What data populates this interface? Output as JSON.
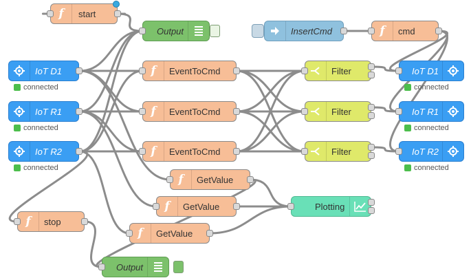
{
  "nodes": {
    "start": {
      "label": "start",
      "icon": "function-icon"
    },
    "output_top": {
      "label": "Output",
      "icon": "debug-list-icon"
    },
    "iot_d1_in": {
      "label": "IoT D1",
      "icon": "iot-chip-icon",
      "status": "connected"
    },
    "iot_r1_in": {
      "label": "IoT R1",
      "icon": "iot-chip-icon",
      "status": "connected"
    },
    "iot_r2_in": {
      "label": "IoT R2",
      "icon": "iot-chip-icon",
      "status": "connected"
    },
    "event1": {
      "label": "EventToCmd",
      "icon": "function-icon"
    },
    "event2": {
      "label": "EventToCmd",
      "icon": "function-icon"
    },
    "event3": {
      "label": "EventToCmd",
      "icon": "function-icon"
    },
    "insert_cmd": {
      "label": "InsertCmd",
      "icon": "inject-arrow-icon"
    },
    "cmd": {
      "label": "cmd",
      "icon": "function-icon"
    },
    "filter1": {
      "label": "Filter",
      "icon": "switch-icon"
    },
    "filter2": {
      "label": "Filter",
      "icon": "switch-icon"
    },
    "filter3": {
      "label": "Filter",
      "icon": "switch-icon"
    },
    "iot_d1_out": {
      "label": "IoT D1",
      "icon": "iot-chip-icon",
      "status": "connected"
    },
    "iot_r1_out": {
      "label": "IoT R1",
      "icon": "iot-chip-icon",
      "status": "connected"
    },
    "iot_r2_out": {
      "label": "IoT R2",
      "icon": "iot-chip-icon",
      "status": "connected"
    },
    "getvalue1": {
      "label": "GetValue",
      "icon": "function-icon"
    },
    "getvalue2": {
      "label": "GetValue",
      "icon": "function-icon"
    },
    "getvalue3": {
      "label": "GetValue",
      "icon": "function-icon"
    },
    "plotting": {
      "label": "Plotting",
      "icon": "chart-line-icon"
    },
    "stop": {
      "label": "stop",
      "icon": "function-icon"
    },
    "output_bottom": {
      "label": "Output",
      "icon": "debug-list-icon"
    }
  },
  "colors": {
    "function": "#f7be97",
    "switch": "#dfe96a",
    "iot": "#3a9ef3",
    "debug": "#7cc16b",
    "inject": "#8fc1de",
    "chart": "#69e0b7",
    "wire": "#8c8c8c",
    "status_connected": "#4cbe4c"
  }
}
